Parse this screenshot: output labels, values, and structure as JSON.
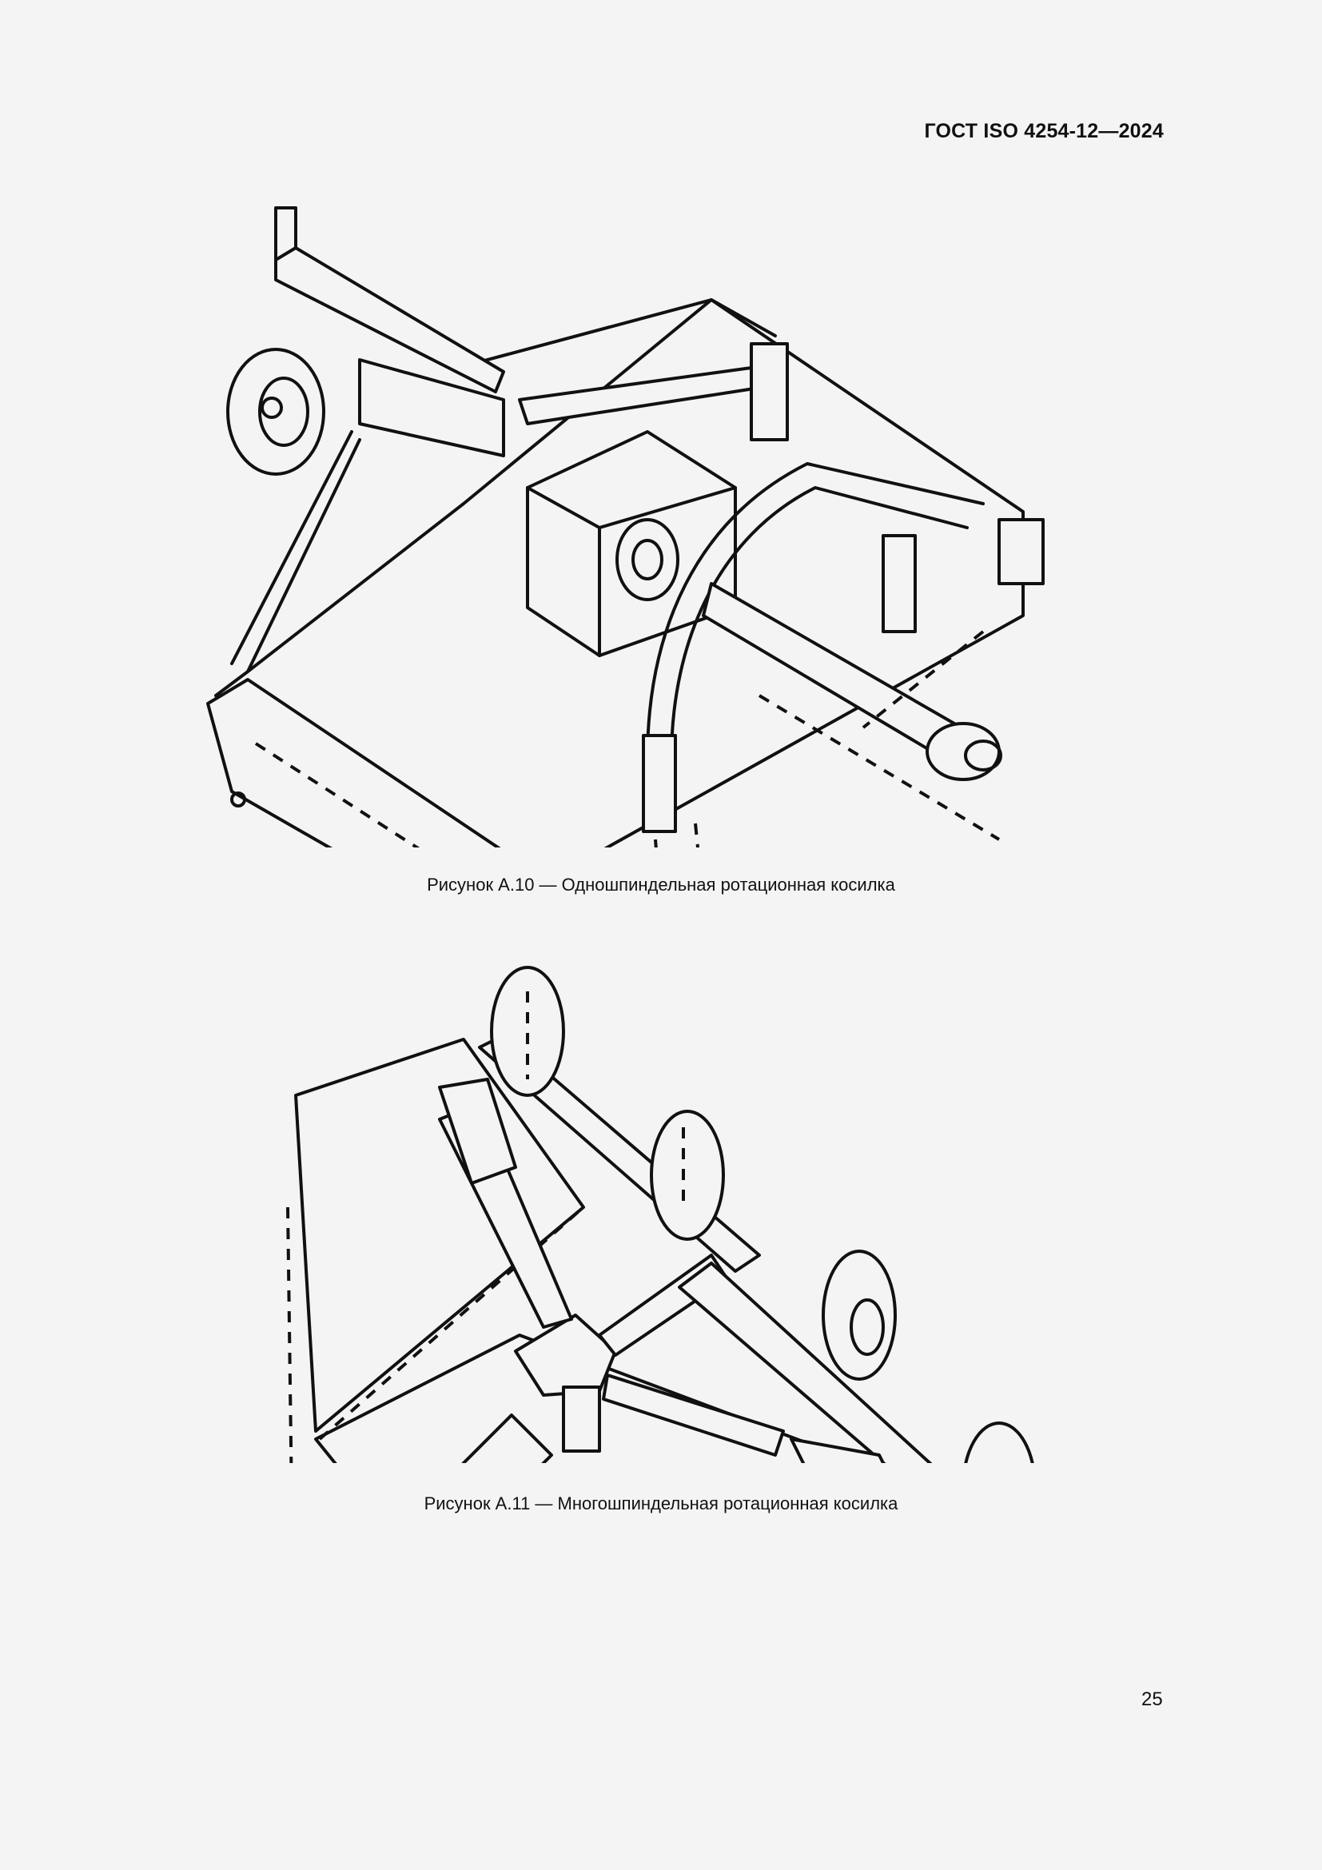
{
  "header": {
    "document_code": "ГОСТ ISO 4254-12—2024"
  },
  "figures": [
    {
      "id": "A.10",
      "caption": "Рисунок А.10 — Одношпиндельная ротационная косилка",
      "illustration": "single-spindle-rotary-mower-drawing"
    },
    {
      "id": "A.11",
      "caption": "Рисунок А.11 — Многошпиндельная ротационная косилка",
      "illustration": "multi-spindle-rotary-mower-drawing"
    }
  ],
  "footer": {
    "page_number": "25"
  }
}
